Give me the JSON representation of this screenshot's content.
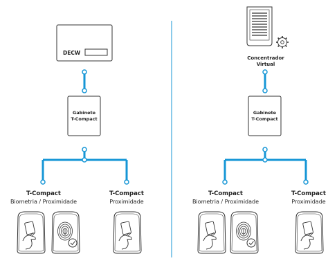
{
  "colors": {
    "connector": "#1596d6",
    "outline": "#333333",
    "divider": "#1596d6"
  },
  "left": {
    "panel": {
      "label": "DECW",
      "icon": "decw-panel-icon"
    },
    "cabinet": {
      "line1": "Gabinete",
      "line2": "T-Compact"
    },
    "reader_bio": {
      "line1": "T-Compact",
      "line2": "Biometria / Proximidade",
      "icons": [
        "card-reader-icon",
        "fingerprint-reader-icon"
      ]
    },
    "reader_prox": {
      "line1": "T-Compact",
      "line2": "Proximidade",
      "icons": [
        "card-reader-icon"
      ]
    }
  },
  "right": {
    "server": {
      "line1": "Concentrador",
      "line2": "Virtual",
      "icons": [
        "server-icon",
        "gear-icon"
      ]
    },
    "cabinet": {
      "line1": "Gabinete",
      "line2": "T-Compact"
    },
    "reader_bio": {
      "line1": "T-Compact",
      "line2": "Biometria / Proximidade",
      "icons": [
        "card-reader-icon",
        "fingerprint-reader-icon"
      ]
    },
    "reader_prox": {
      "line1": "T-Compact",
      "line2": "Proximidade",
      "icons": [
        "card-reader-icon"
      ]
    }
  }
}
